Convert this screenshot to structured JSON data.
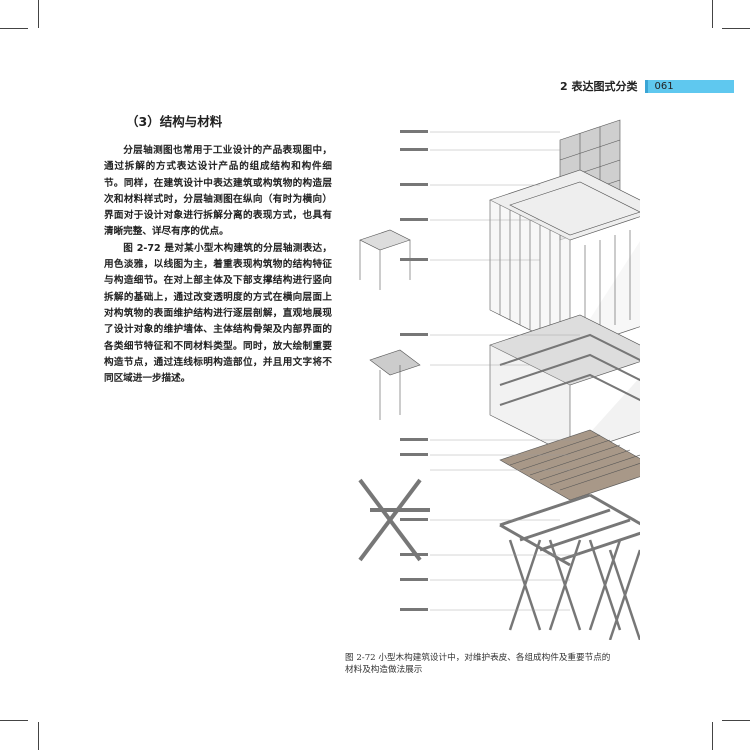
{
  "header": {
    "chapter": "2 表达图式分类",
    "page_number": "061",
    "accent_color": "#5fc8ef"
  },
  "section_title": "（3）结构与材料",
  "paragraphs": [
    "分层轴测图也常用于工业设计的产品表现图中，通过拆解的方式表达设计产品的组成结构和构件细节。同样，在建筑设计中表达建筑或构筑物的构造层次和材料样式时，分层轴测图在纵向（有时为横向）界面对于设计对象进行拆解分离的表现方式，也具有清晰完整、详尽有序的优点。",
    "图 2-72 是对某小型木构建筑的分层轴测表达，用色淡雅，以线图为主，着重表现构筑物的结构特征与构造细节。在对上部主体及下部支撑结构进行竖向拆解的基础上，通过改变透明度的方式在横向层面上对构筑物的表面维护结构进行逐层剖解，直观地展现了设计对象的维护墙体、主体结构骨架及内部界面的各类细节特征和不同材料类型。同时，放大绘制重要构造节点，通过连线标明构造部位，并且用文字将不同区域进一步描述。"
  ],
  "figure": {
    "caption": "图 2-72  小型木构建筑设计中，对维护表皮、各组成构件及重要节点的材料及构造做法展示"
  }
}
